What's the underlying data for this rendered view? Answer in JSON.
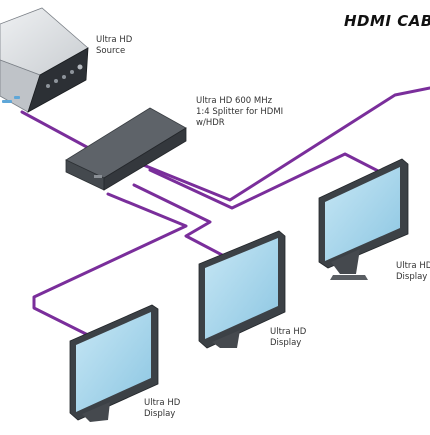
{
  "title": "HDMI CABL",
  "source": {
    "label": "Ultra HD\nSource"
  },
  "splitter": {
    "label": "Ultra HD 600 MHz\n1:4 Splitter for HDMI\nw/HDR"
  },
  "displays": [
    {
      "label": "Ultra HD\nDisplay"
    },
    {
      "label": "Ultra HD\nDisplay"
    },
    {
      "label": "Ultra HD\nDisplay"
    }
  ],
  "colors": {
    "cable": "#7a2e9b",
    "cable_light": "#9a59b8",
    "screen": "#a9d7ec",
    "bezel": "#3c4146"
  }
}
